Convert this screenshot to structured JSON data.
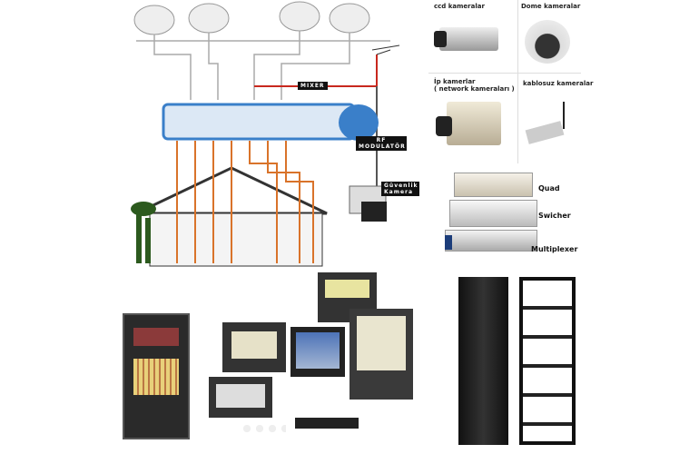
{
  "diagram": {
    "mixer_label": "MIXER",
    "rf_label": "RF MODULATÖR",
    "camera_label": "Güvenlik Kamera"
  },
  "cameras": {
    "ccd": "ccd kameralar",
    "dome": "Dome kameralar",
    "ip": "İp kamerlar",
    "ip_sub": "( network kameraları )",
    "wireless": "kablosuz kameralar"
  },
  "devices": {
    "quad": "Quad",
    "switcher": "Swicher",
    "multiplexer": "Multiplexer"
  },
  "colors": {
    "orange": "#d9732a",
    "blue": "#3a7fc9",
    "red": "#c8281e"
  }
}
